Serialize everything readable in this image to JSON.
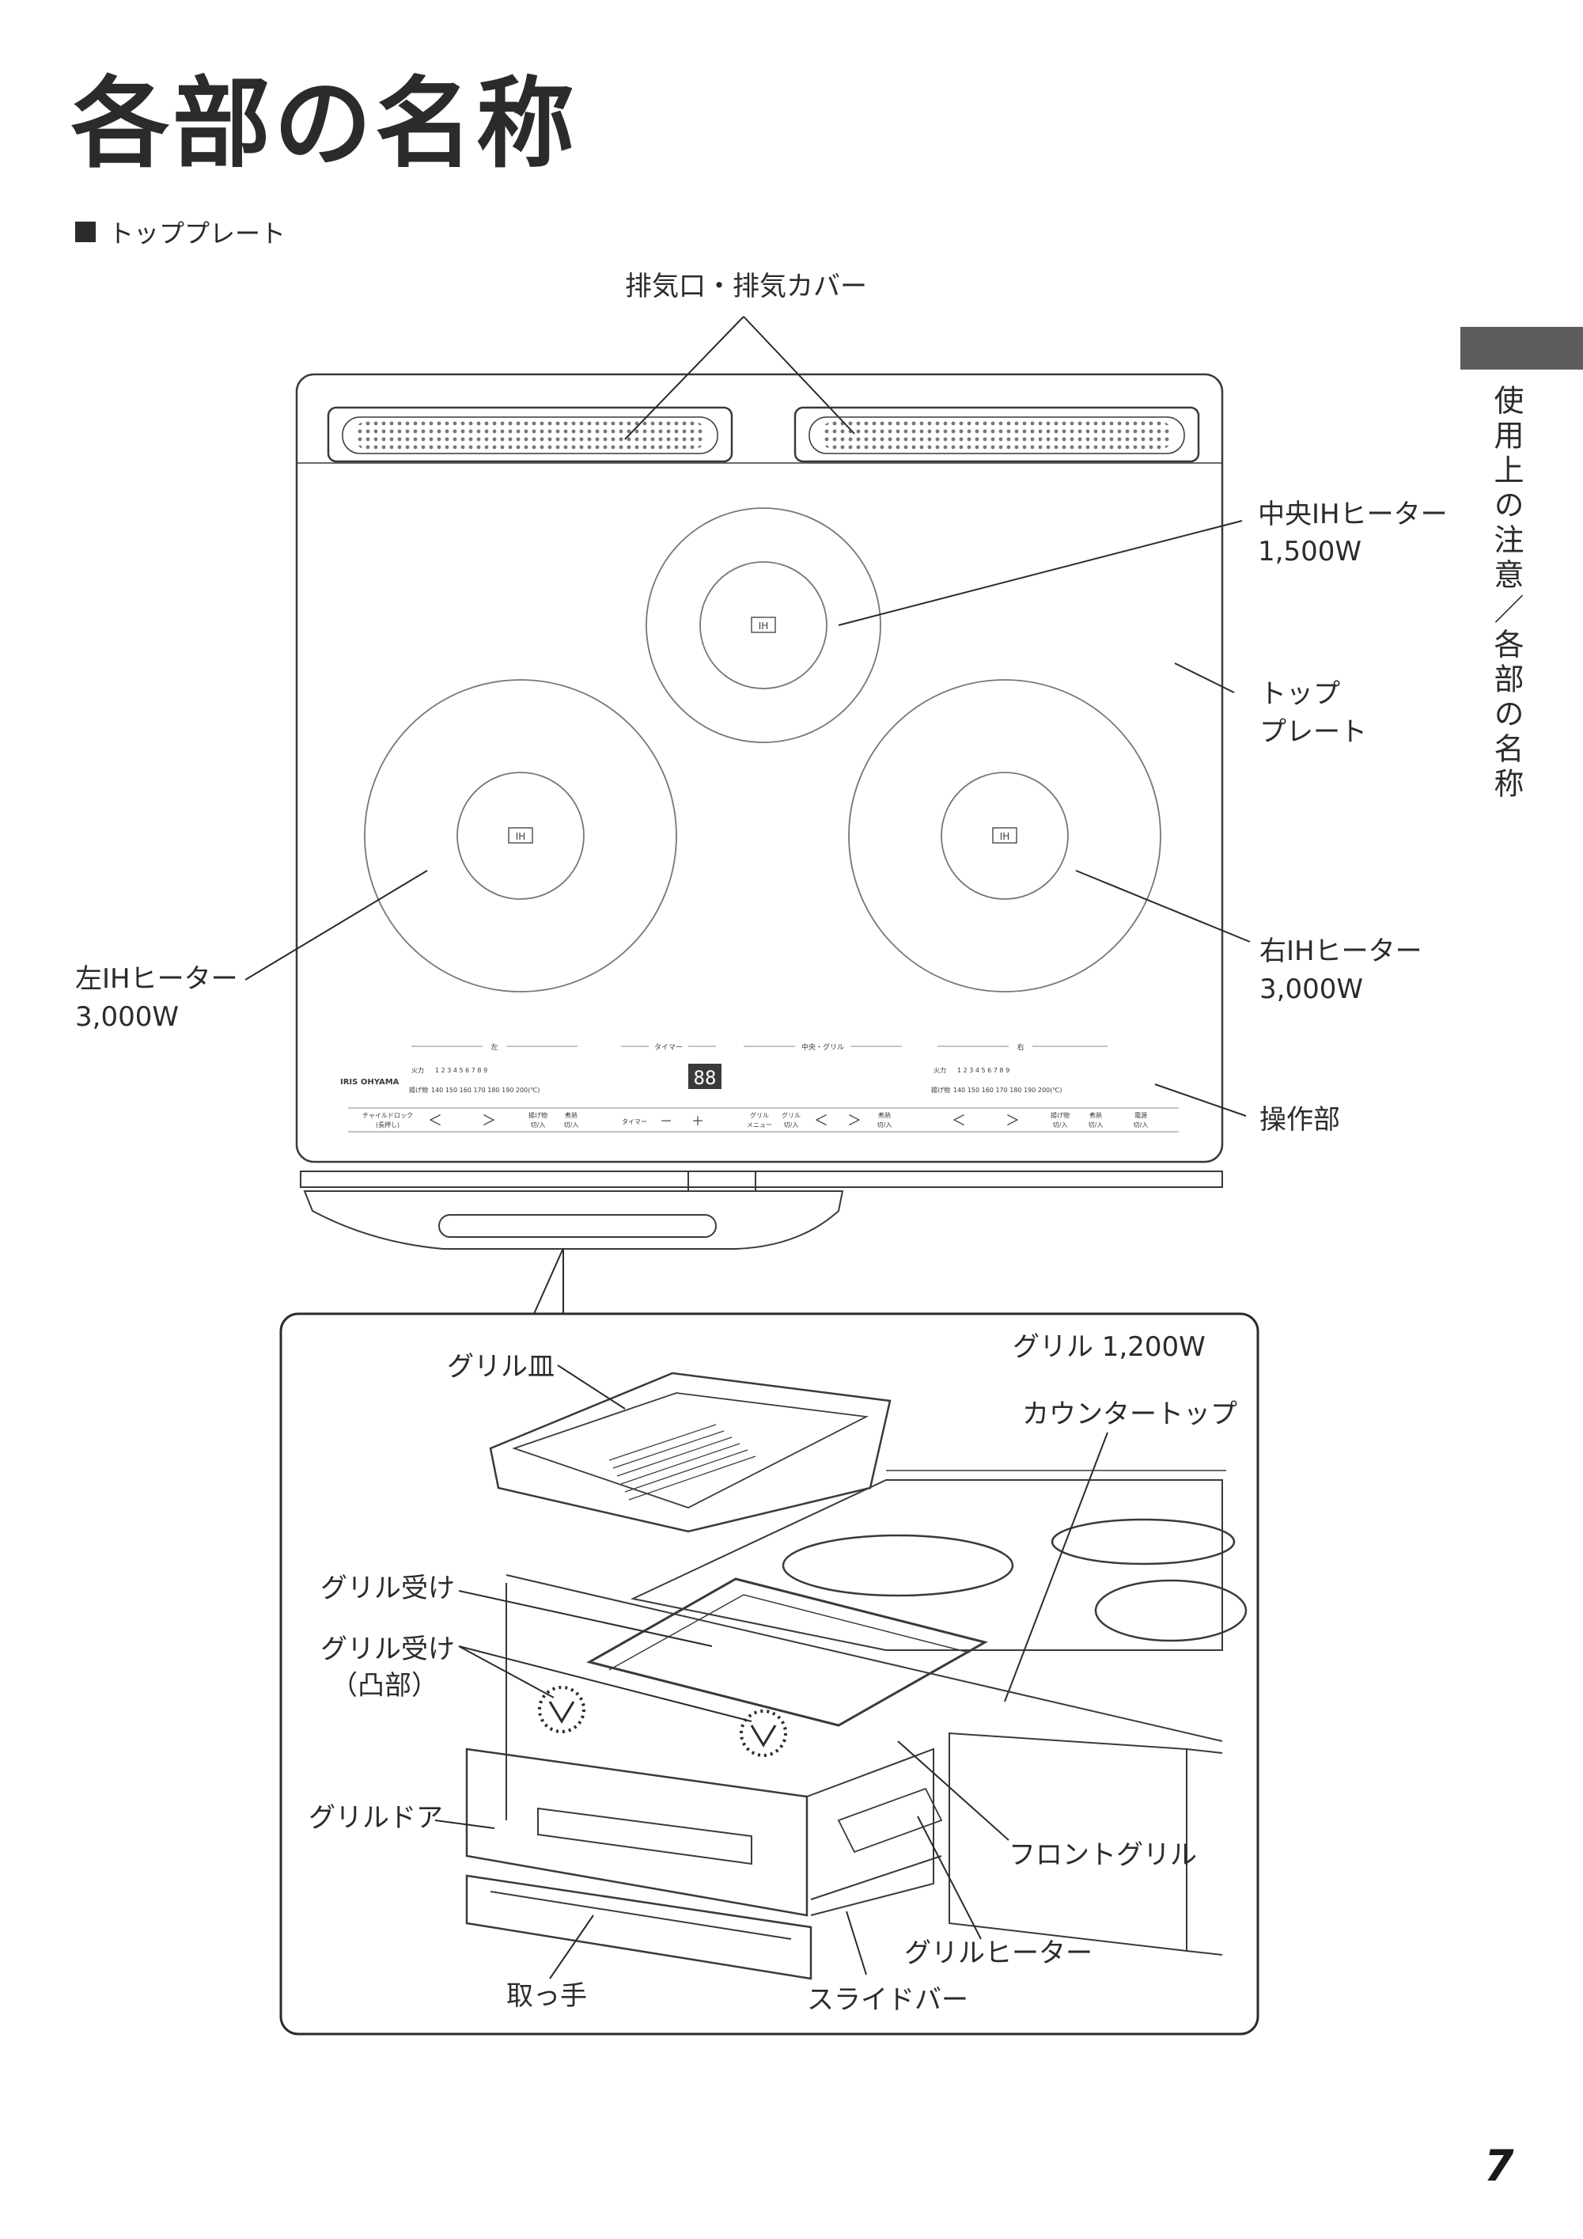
{
  "title": "各部の名称",
  "section": "トッププレート",
  "side_tab": "使用上の注意／各部の名称",
  "page_number": "7",
  "top_labels": {
    "exhaust": "排気口・排気カバー",
    "center_ih_name": "中央IHヒーター",
    "center_ih_watt": "1,500W",
    "top_plate_1": "トップ",
    "top_plate_2": "プレート",
    "right_ih_name": "右IHヒーター",
    "right_ih_watt": "3,000W",
    "left_ih_name": "左IHヒーター",
    "left_ih_watt": "3,000W",
    "control": "操作部",
    "ih_mark": "IH"
  },
  "panel": {
    "brand": "IRIS OHYAMA",
    "left_zone": "左",
    "timer_zone": "タイマー",
    "grill_zone": "中央・グリル",
    "right_zone": "右",
    "power_label": "火力",
    "fry_label": "揚げ物",
    "power_nums": "1 2 3 4 5 6 7 8 9",
    "temps": "140 150 160 170 180 190 200(℃)",
    "child_lock": "チャイルドロック",
    "long_press": "(長押し)",
    "less": "＜",
    "more": "＞",
    "fry_btn": "揚げ物",
    "on_off": "切/入",
    "heat_btn": "煮熱",
    "timer_btn": "タイマー",
    "minus": "－",
    "plus": "＋",
    "digits": "88",
    "grill_menu": "グリル",
    "menu": "メニュー",
    "power_btn": "電源"
  },
  "detail_labels": {
    "grill_watt": "グリル 1,200W",
    "grill_pan": "グリル皿",
    "countertop": "カウンタートップ",
    "grill_holder": "グリル受け",
    "grill_holder_conv_1": "グリル受け",
    "grill_holder_conv_2": "（凸部）",
    "grill_door": "グリルドア",
    "front_grill": "フロントグリル",
    "grill_heater": "グリルヒーター",
    "handle": "取っ手",
    "slide_bar": "スライドバー"
  }
}
